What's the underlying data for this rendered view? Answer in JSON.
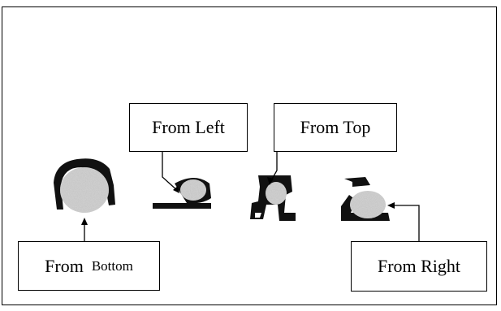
{
  "labels": {
    "from_left": "From Left",
    "from_top": "From Top",
    "from_bottom_word": "From",
    "from_bottom_word2": "Bottom",
    "from_right": "From Right"
  }
}
